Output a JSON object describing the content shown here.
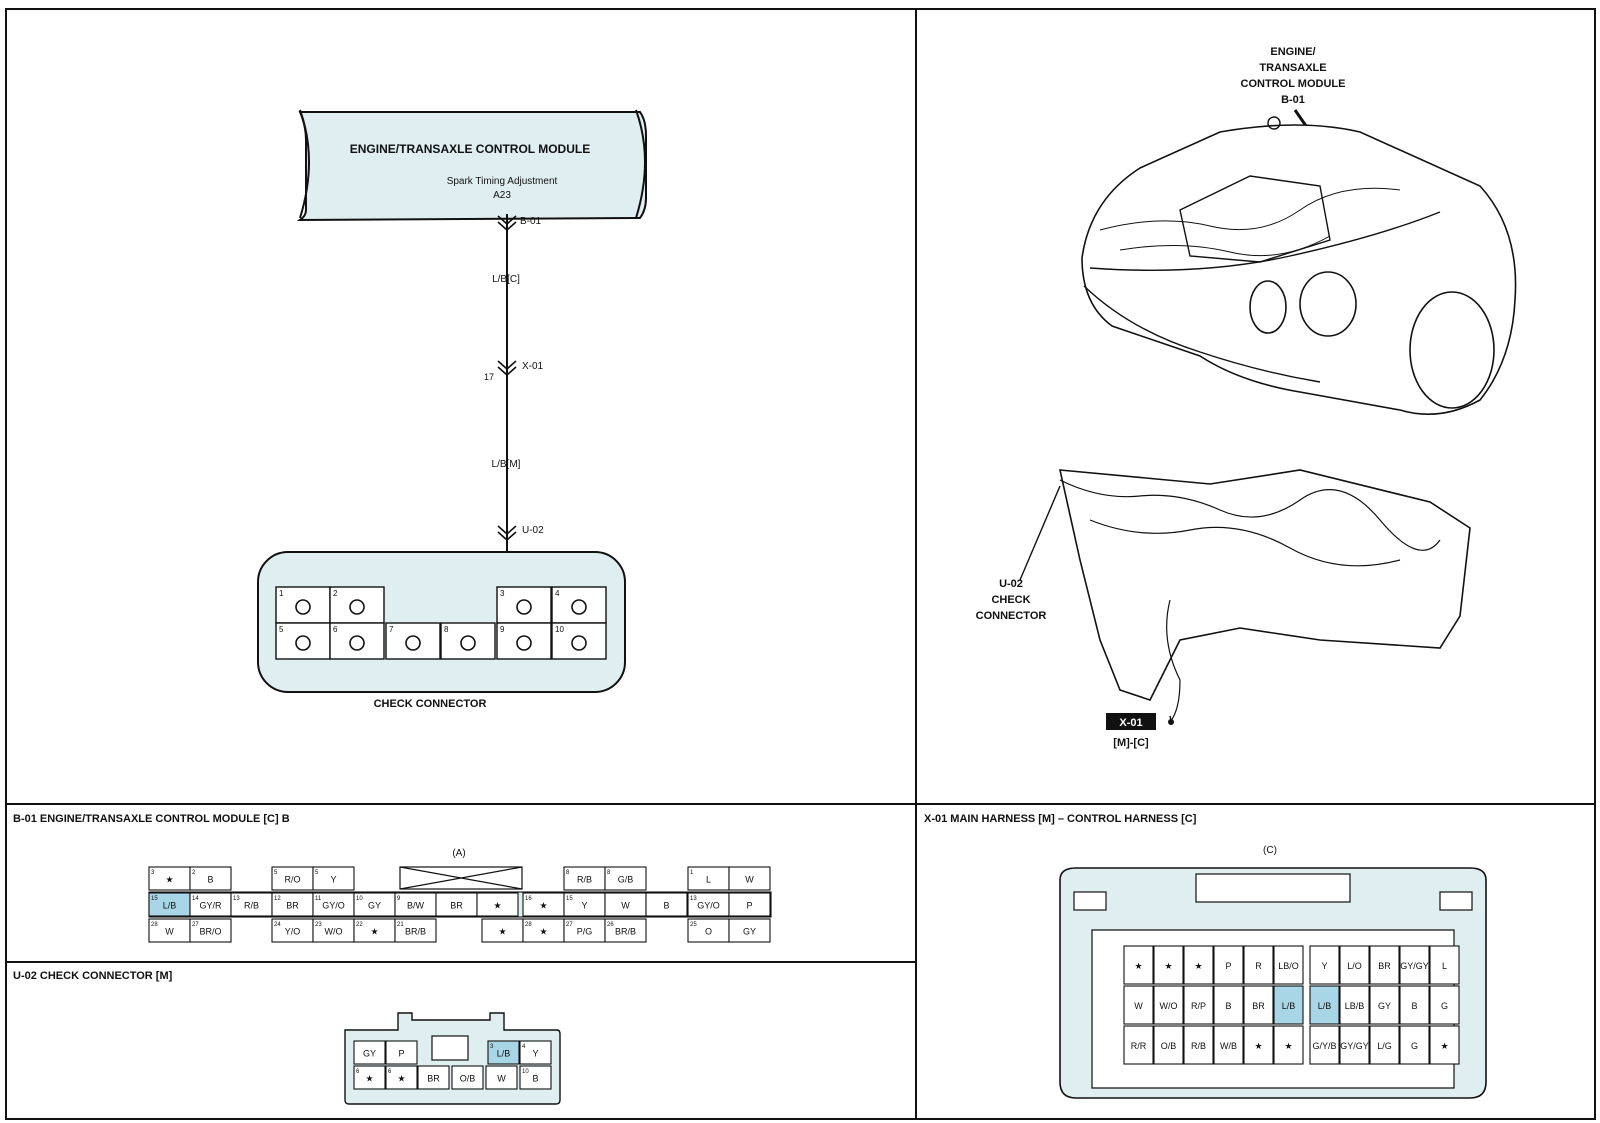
{
  "schematic": {
    "module_title": "ENGINE/TRANSAXLE CONTROL MODULE",
    "module_subtitle": "Spark Timing Adjustment",
    "module_terminal": "A23",
    "conn_b01": "B-01",
    "wire_upper": "L/B[C]",
    "conn_x01": "X-01",
    "x01_pin": "17",
    "wire_lower": "L/B[M]",
    "conn_u02": "U-02",
    "check_connector_label": "CHECK CONNECTOR",
    "check_pins": [
      "1",
      "2",
      "3",
      "4",
      "5",
      "6",
      "7",
      "8",
      "9",
      "10"
    ]
  },
  "views": {
    "ecm_callout": [
      "ENGINE/",
      "TRANSAXLE",
      "CONTROL MODULE",
      "B-01"
    ],
    "u02_callout": [
      "U-02",
      "CHECK",
      "CONNECTOR"
    ],
    "x01_badge": "X-01",
    "x01_sub": "[M]-[C]"
  },
  "panels": {
    "b01_title": "B-01 ENGINE/TRANSAXLE CONTROL MODULE [C] B",
    "b01_sub": "(A)",
    "u02_title": "U-02 CHECK CONNECTOR [M]",
    "x01_title": "X-01 MAIN HARNESS [M] – CONTROL HARNESS [C]",
    "x01_sub": "(C)"
  },
  "b01_pins": [
    {
      "n": "3",
      "c": "★"
    },
    {
      "n": "2",
      "c": "B"
    },
    {
      "n": "5",
      "c": "R/O"
    },
    {
      "n": "5",
      "c": "Y"
    },
    {
      "n": "8",
      "c": "R/B"
    },
    {
      "n": "8",
      "c": "G/B"
    },
    {
      "n": "1",
      "c": "L"
    },
    {
      "n": "",
      "c": "W"
    },
    {
      "n": "15",
      "c": "L/B"
    },
    {
      "n": "14",
      "c": "GY/R"
    },
    {
      "n": "13",
      "c": "R/B"
    },
    {
      "n": "12",
      "c": "BR"
    },
    {
      "n": "11",
      "c": "GY/O"
    },
    {
      "n": "10",
      "c": "GY"
    },
    {
      "n": "9",
      "c": "B/W"
    },
    {
      "n": "",
      "c": "BR"
    },
    {
      "n": "",
      "c": "★"
    },
    {
      "n": "16",
      "c": "★"
    },
    {
      "n": "15",
      "c": "Y"
    },
    {
      "n": "",
      "c": "W"
    },
    {
      "n": "",
      "c": "B"
    },
    {
      "n": "13",
      "c": "GY/O"
    },
    {
      "n": "",
      "c": "P"
    },
    {
      "n": "28",
      "c": "W"
    },
    {
      "n": "27",
      "c": "BR/O"
    },
    {
      "n": "24",
      "c": "Y/O"
    },
    {
      "n": "23",
      "c": "W/O"
    },
    {
      "n": "22",
      "c": "★"
    },
    {
      "n": "21",
      "c": "BR/B"
    },
    {
      "n": "",
      "c": "★"
    },
    {
      "n": "28",
      "c": "★"
    },
    {
      "n": "27",
      "c": "P/G"
    },
    {
      "n": "26",
      "c": "BR/B"
    },
    {
      "n": "25",
      "c": "O"
    },
    {
      "n": "",
      "c": "GY"
    }
  ],
  "u02_pins": [
    {
      "n": "",
      "c": "GY"
    },
    {
      "n": "",
      "c": "P"
    },
    {
      "n": "3",
      "c": "L/B"
    },
    {
      "n": "4",
      "c": "Y"
    },
    {
      "n": "6",
      "c": "★"
    },
    {
      "n": "6",
      "c": "★"
    },
    {
      "n": "",
      "c": "BR"
    },
    {
      "n": "",
      "c": "O/B"
    },
    {
      "n": "",
      "c": "W"
    },
    {
      "n": "10",
      "c": "B"
    }
  ],
  "x01_pins": [
    {
      "n": "",
      "c": "★"
    },
    {
      "n": "",
      "c": "★"
    },
    {
      "n": "",
      "c": "★"
    },
    {
      "n": "",
      "c": "P"
    },
    {
      "n": "",
      "c": "R"
    },
    {
      "n": "",
      "c": "LB/O"
    },
    {
      "n": "",
      "c": "Y"
    },
    {
      "n": "",
      "c": "L/O"
    },
    {
      "n": "",
      "c": "BR"
    },
    {
      "n": "",
      "c": "GY/GY"
    },
    {
      "n": "",
      "c": "L"
    },
    {
      "n": "",
      "c": "W"
    },
    {
      "n": "",
      "c": "W/O"
    },
    {
      "n": "",
      "c": "R/P"
    },
    {
      "n": "",
      "c": "B"
    },
    {
      "n": "",
      "c": "BR"
    },
    {
      "n": "",
      "c": "L/B"
    },
    {
      "n": "",
      "c": "L/B"
    },
    {
      "n": "",
      "c": "LB/B"
    },
    {
      "n": "",
      "c": "GY"
    },
    {
      "n": "",
      "c": "B"
    },
    {
      "n": "",
      "c": "G"
    },
    {
      "n": "",
      "c": "R/R"
    },
    {
      "n": "",
      "c": "O/B"
    },
    {
      "n": "",
      "c": "R/B"
    },
    {
      "n": "",
      "c": "W/B"
    },
    {
      "n": "",
      "c": "★"
    },
    {
      "n": "",
      "c": "★"
    },
    {
      "n": "",
      "c": "G/Y/B"
    },
    {
      "n": "",
      "c": "GY/GY"
    },
    {
      "n": "",
      "c": "L/G"
    },
    {
      "n": "",
      "c": "G"
    },
    {
      "n": "",
      "c": "★"
    }
  ],
  "colors": {
    "fill": "#dfeef0",
    "highlight": "#a9d6e6",
    "line": "#111111",
    "badge": "#111111"
  }
}
